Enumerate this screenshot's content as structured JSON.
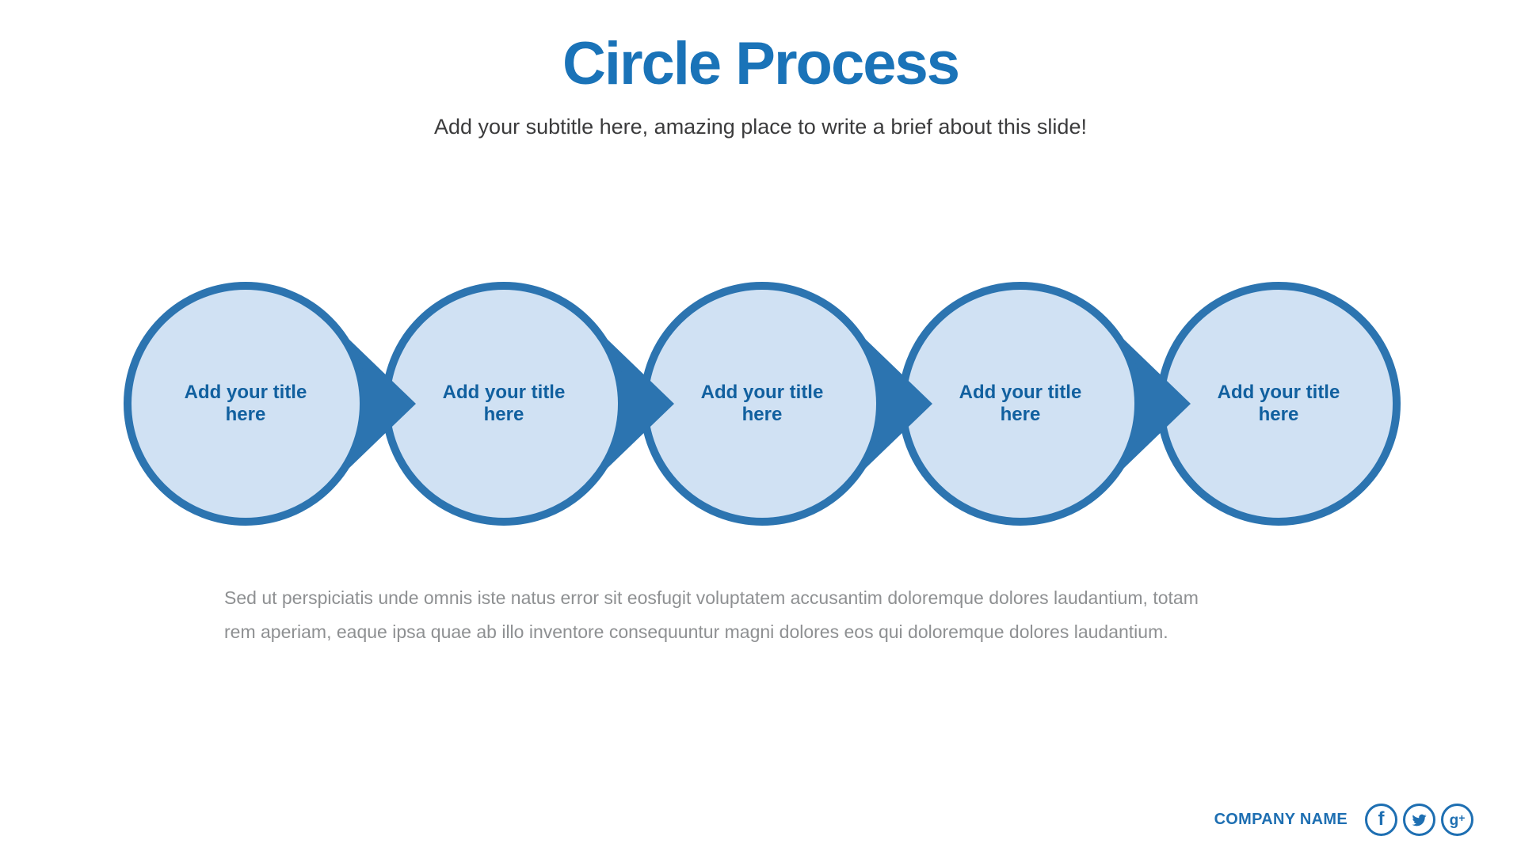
{
  "slide": {
    "title": "Circle Process",
    "subtitle": "Add your subtitle here, amazing place to write a brief about this slide!",
    "steps": [
      {
        "label": "Add your title here"
      },
      {
        "label": "Add your title here"
      },
      {
        "label": "Add your title here"
      },
      {
        "label": "Add your title here"
      },
      {
        "label": "Add your title here"
      }
    ],
    "description_lines": [
      "Sed ut perspiciatis unde omnis iste natus error sit eosfugit voluptatem accusantim doloremque dolores laudantium, totam",
      "rem aperiam, eaque ipsa quae ab illo inventore consequuntur magni dolores eos qui doloremque dolores laudantium."
    ],
    "footer": {
      "company_name": "COMPANY NAME",
      "social_icons": [
        "facebook-icon",
        "twitter-icon",
        "google-plus-icon"
      ],
      "google_plus_g": "g",
      "google_plus_plus": "+",
      "facebook_f": "f"
    },
    "colors": {
      "accent_blue": "#2c74b0",
      "circle_fill": "#d0e1f3",
      "circle_text_blue": "#11609f",
      "title_blue": "#1a73b8",
      "subtitle_gray": "#3b3b3c",
      "body_gray": "#8e9092",
      "footer_blue": "#1e6fb2",
      "background": "#ffffff"
    }
  }
}
